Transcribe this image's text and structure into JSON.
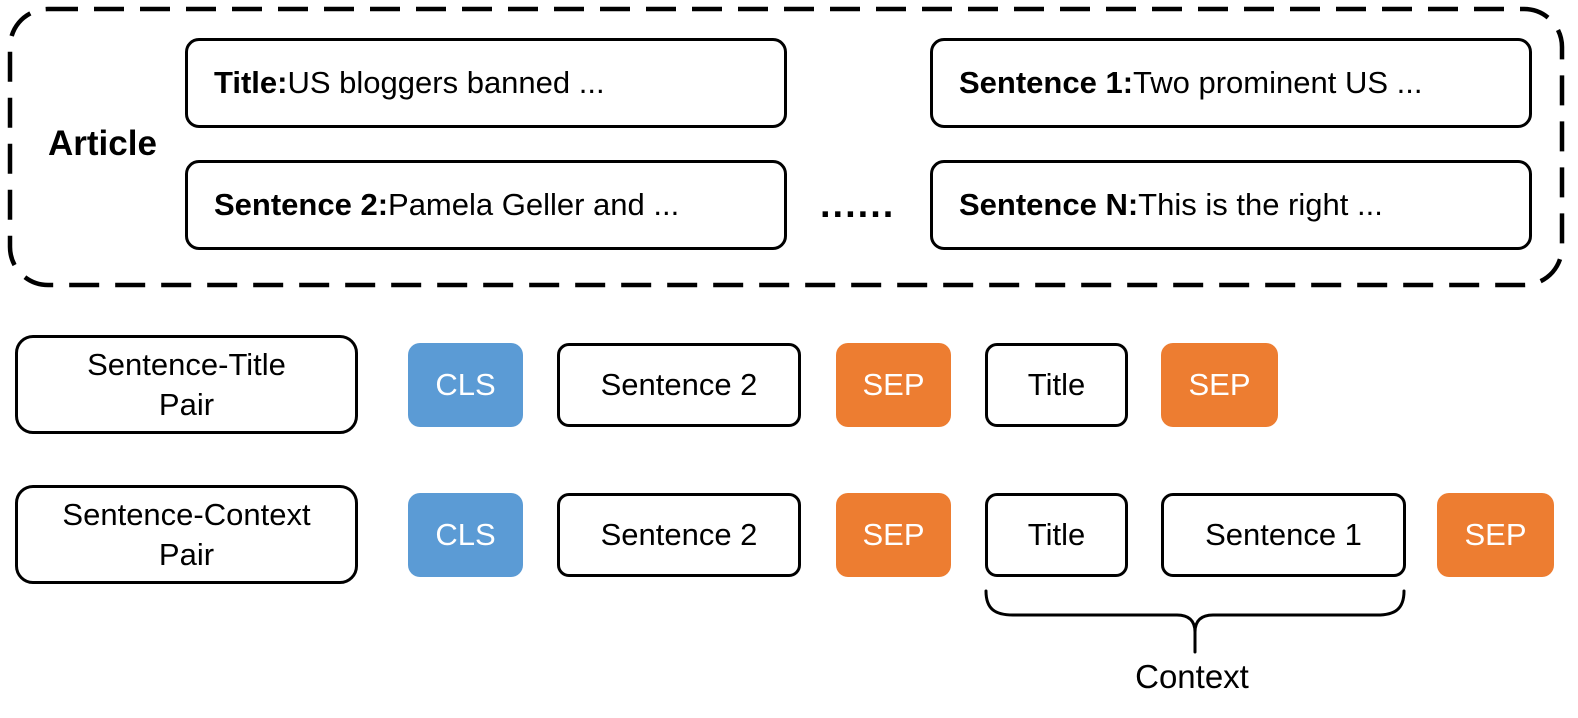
{
  "diagram": {
    "article": {
      "label": "Article",
      "ellipsis": "......",
      "boxes": [
        {
          "bold": "Title:",
          "text": " US bloggers banned ..."
        },
        {
          "bold": "Sentence 1:",
          "text": " Two prominent US ..."
        },
        {
          "bold": "Sentence 2:",
          "text": " Pamela Geller and ..."
        },
        {
          "bold": "Sentence N:",
          "text": " This is the right ..."
        }
      ]
    },
    "rows": [
      {
        "label": [
          "Sentence-Title",
          "Pair"
        ],
        "tokens": [
          {
            "type": "cls",
            "text": "CLS"
          },
          {
            "type": "plain",
            "text": "Sentence 2"
          },
          {
            "type": "sep",
            "text": "SEP"
          },
          {
            "type": "plain",
            "text": "Title"
          },
          {
            "type": "sep",
            "text": "SEP"
          }
        ]
      },
      {
        "label": [
          "Sentence-Context",
          "Pair"
        ],
        "tokens": [
          {
            "type": "cls",
            "text": "CLS"
          },
          {
            "type": "plain",
            "text": "Sentence 2"
          },
          {
            "type": "sep",
            "text": "SEP"
          },
          {
            "type": "plain",
            "text": "Title"
          },
          {
            "type": "plain",
            "text": "Sentence 1"
          },
          {
            "type": "sep",
            "text": "SEP"
          }
        ]
      }
    ],
    "context_label": "Context",
    "colors": {
      "cls": "#5B9BD5",
      "sep": "#ED7D31"
    }
  }
}
